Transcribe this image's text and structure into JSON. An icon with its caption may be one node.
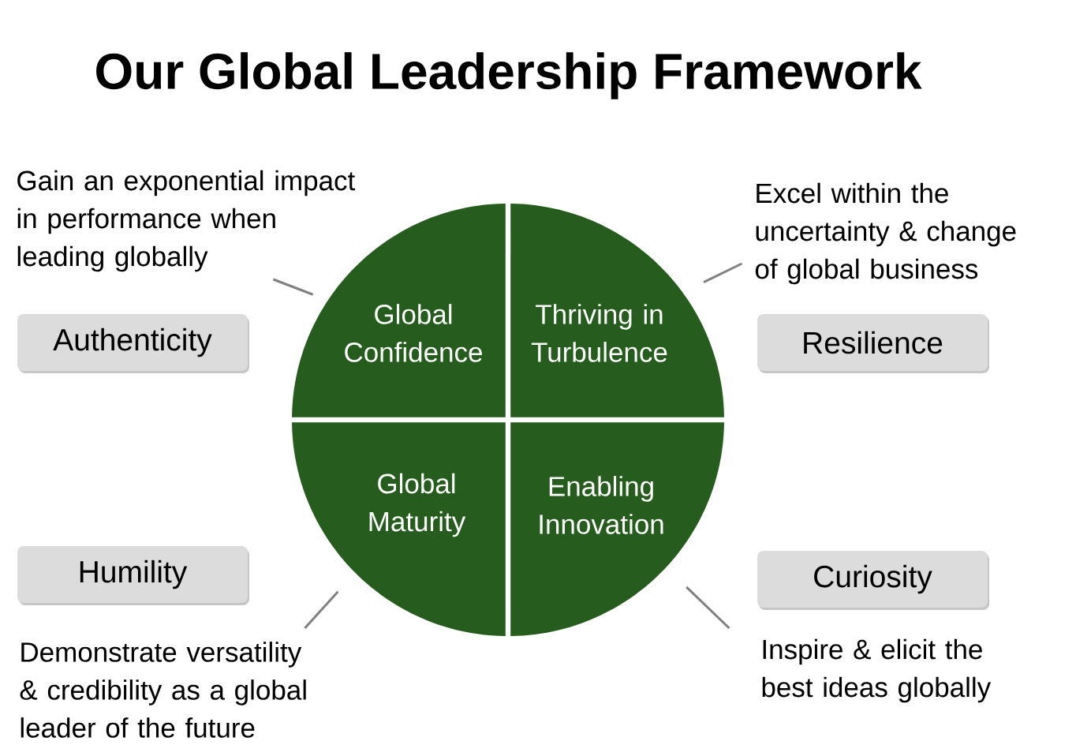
{
  "diagram": {
    "title": "Our Global Leadership Framework",
    "nodes": [
      {
        "text": [
          "Gain an exponential impact in performance when leading globally"
        ]
      },
      {
        "text": [
          "Excel within the uncertainty & change of global business"
        ]
      },
      {
        "text": [
          "Global Confidence"
        ]
      },
      {
        "text": [
          "Thriving in Turbulence"
        ]
      },
      {
        "text": [
          "Authenticity"
        ]
      },
      {
        "text": [
          "Resilience"
        ]
      },
      {
        "text": [
          "Global Maturity"
        ]
      },
      {
        "text": [
          "Enabling Innovation"
        ]
      },
      {
        "text": [
          "Humility"
        ]
      },
      {
        "text": [
          "Curiosity"
        ]
      },
      {
        "text": [
          "Demonstrate versatility & credibility as a global leader of the future"
        ]
      },
      {
        "text": [
          "Inspire & elicit the best ideas globally"
        ]
      }
    ],
    "edges": [
      {
        "from": 0,
        "to": 2,
        "arrow": "none"
      },
      {
        "from": 1,
        "to": 3,
        "arrow": "none"
      },
      {
        "from": 10,
        "to": 6,
        "arrow": "none"
      },
      {
        "from": 11,
        "to": 7,
        "arrow": "none"
      }
    ]
  }
}
